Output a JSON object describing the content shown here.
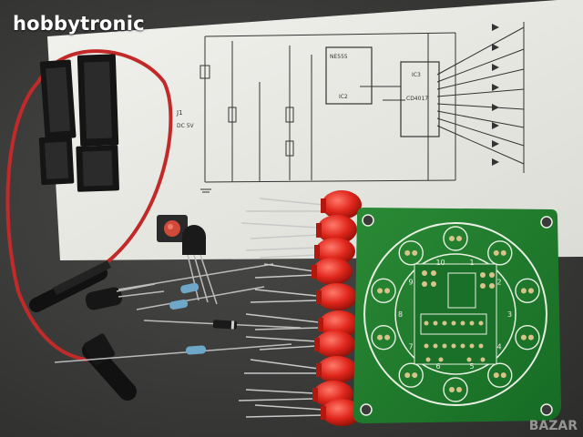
{
  "overlay": {
    "brand": "hobbytronic",
    "watermark": "BAZAR"
  },
  "schematic": {
    "chips": [
      {
        "name": "NE555",
        "label": "IC2"
      },
      {
        "name": "CD4017",
        "label": "IC3"
      }
    ],
    "power_label": "DC 5V",
    "connector_label": "J1"
  },
  "pcb": {
    "color": "#1f7a2e",
    "silkscreen": "#e8f0e4",
    "pad_count": 10,
    "pad_numbers": [
      "1",
      "2",
      "3",
      "4",
      "5",
      "6",
      "7",
      "8",
      "9",
      "10"
    ]
  },
  "kit": {
    "ic_sockets": 4,
    "red_leds": 10,
    "led_color": "#e0261c",
    "resistors": 3,
    "diode": 1,
    "transistor": 1,
    "push_button": 1,
    "battery_wires": [
      "red",
      "black"
    ]
  }
}
